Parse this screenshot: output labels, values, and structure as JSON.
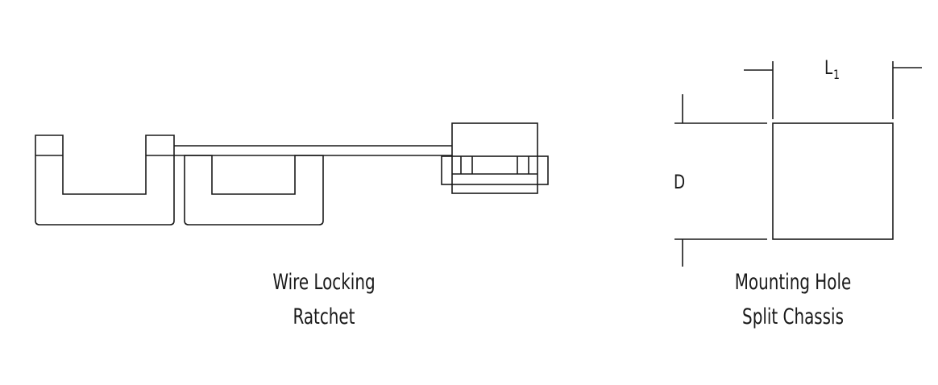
{
  "figures": {
    "ratchet": {
      "caption_line1": "Wire Locking",
      "caption_line2": "Ratchet"
    },
    "mounting_hole": {
      "caption_line1": "Mounting Hole",
      "caption_line2": "Split Chassis",
      "dimension_width": {
        "base": "L",
        "subscript": "1"
      },
      "dimension_depth": "D"
    }
  },
  "colors": {
    "line": "#1a1a1a",
    "background": "#ffffff"
  }
}
